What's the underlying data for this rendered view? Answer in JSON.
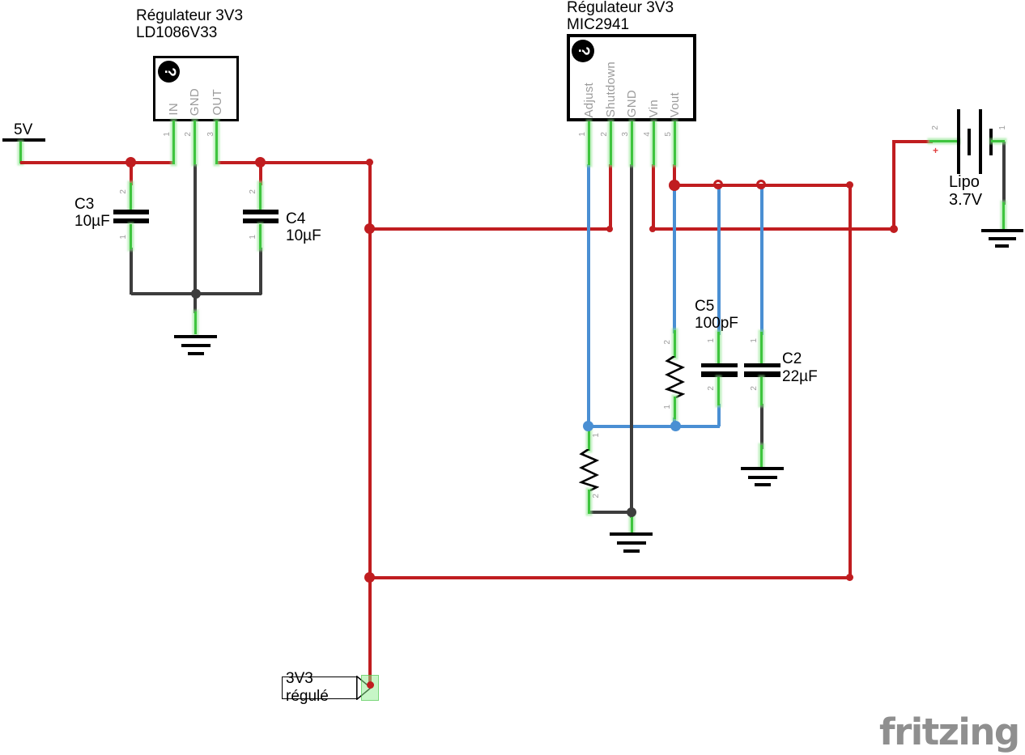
{
  "colors": {
    "wire_red": "#c01d20",
    "wire_blue": "#4a8fd3",
    "wire_black": "#3d3d3d",
    "pin_green": "#3ec43e",
    "pin_glow": "#9ce49c",
    "label_gray": "#9b9b9b",
    "text_black": "#000000",
    "logo_gray": "#8f8f8f",
    "net_highlight_green": "#90ee90"
  },
  "power_symbol": {
    "label": "5V"
  },
  "regulator1": {
    "title1": "Régulateur 3V3",
    "title2": "LD1086V33",
    "icon": "?",
    "pins": [
      {
        "number": "1",
        "name": "IN"
      },
      {
        "number": "2",
        "name": "GND"
      },
      {
        "number": "3",
        "name": "OUT"
      }
    ]
  },
  "regulator2": {
    "title1": "Régulateur 3V3",
    "title2": "MIC2941",
    "icon": "?",
    "pins": [
      {
        "number": "1",
        "name": "Adjust"
      },
      {
        "number": "2",
        "name": "Shutdown"
      },
      {
        "number": "3",
        "name": "GND"
      },
      {
        "number": "4",
        "name": "Vin"
      },
      {
        "number": "5",
        "name": "Vout"
      }
    ]
  },
  "capacitors": {
    "c3": {
      "ref": "C3",
      "value": "10µF",
      "top_pin": "2",
      "bottom_pin": "1"
    },
    "c4": {
      "ref": "C4",
      "value": "10µF",
      "top_pin": "2",
      "bottom_pin": "1"
    },
    "c5": {
      "ref": "C5",
      "value": "100pF",
      "top_pin": "1",
      "bottom_pin": "2"
    },
    "c2": {
      "ref": "C2",
      "value": "22µF",
      "top_pin": "1",
      "bottom_pin": "2"
    }
  },
  "resistors": {
    "r1": {
      "top_pin": "1",
      "bottom_pin": "2"
    },
    "r2": {
      "top_pin": "2",
      "bottom_pin": "1"
    }
  },
  "battery": {
    "name": "Lipo",
    "voltage": "3.7V",
    "left_pin": "2",
    "right_pin": "1",
    "plus": "+"
  },
  "net_label": {
    "text": "3V3 régulé"
  },
  "watermark": {
    "text": "fritzing"
  }
}
